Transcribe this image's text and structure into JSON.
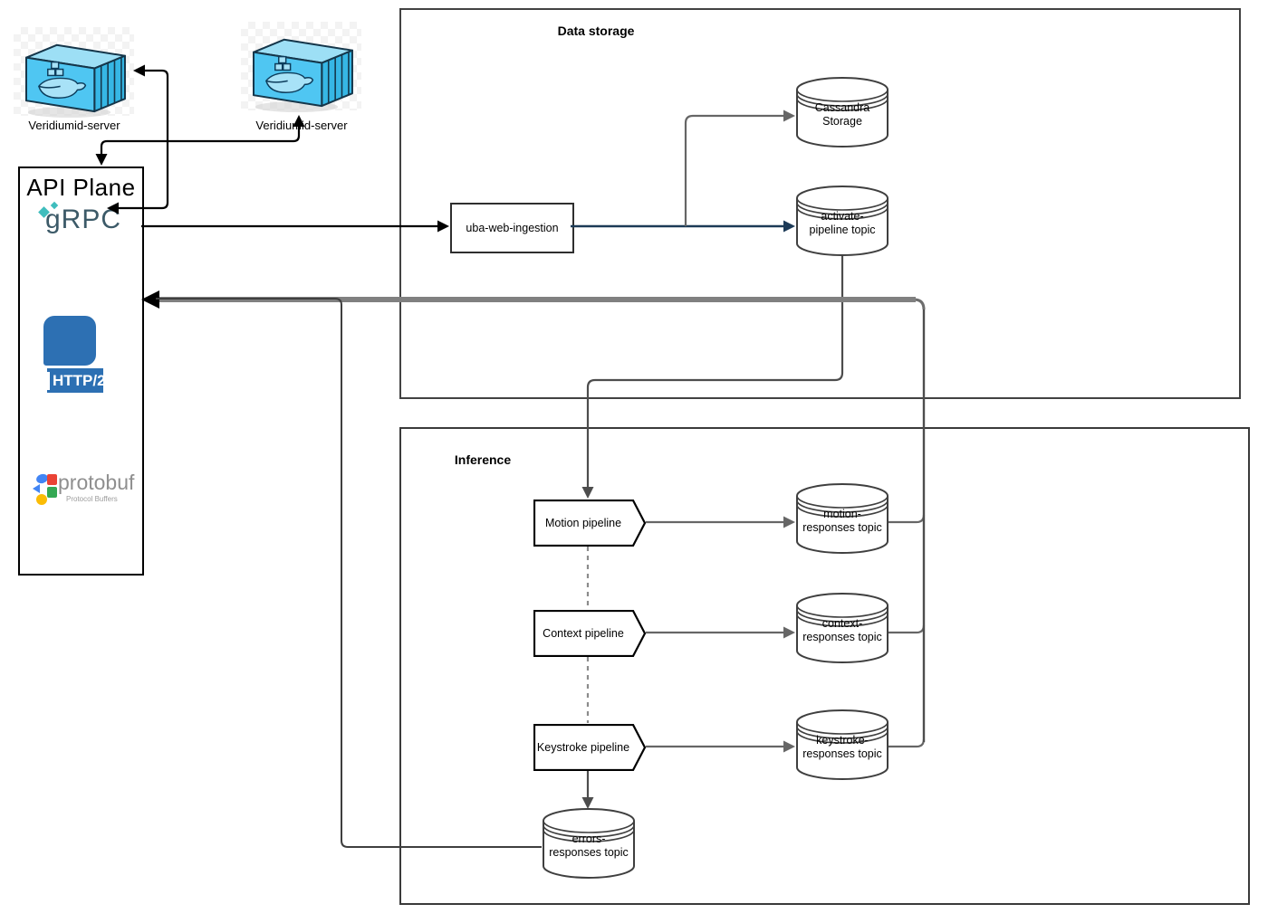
{
  "servers": {
    "left_label": "Veridiumid-server",
    "right_label": "Veridiumid-server"
  },
  "api_plane": {
    "title": "API Plane",
    "grpc_label": "gRPC",
    "http2_label": "HTTP/2",
    "protobuf_label": "protobuf",
    "protobuf_sublabel": "Protocol Buffers"
  },
  "groups": {
    "data_storage_title": "Data storage",
    "inference_title": "Inference"
  },
  "nodes": {
    "uba": "uba-web-ingestion",
    "cassandra": "Cassandra Storage",
    "activate_topic": "activate-pipeline topic",
    "motion_pipeline": "Motion pipeline",
    "context_pipeline": "Context pipeline",
    "keystroke_pipeline": "Keystroke pipeline",
    "motion_topic": "motion-responses topic",
    "context_topic": "context-responses topic",
    "keystroke_topic": "keystroke-responses topic",
    "errors_topic": "errors-responses topic"
  },
  "icons": {
    "server": "docker-container-icon",
    "grpc_mark": "grpc-diamond-icon",
    "http2_mark": "http2-badge-icon",
    "protobuf_mark": "protobuf-shapes-icon",
    "store": "database-cylinder-icon",
    "pipeline": "arrow-pentagon-shape"
  },
  "colors": {
    "line_black": "#000000",
    "line_navy": "#1c3a57",
    "line_gray": "#666666",
    "line_darkgray": "#4d4d4d",
    "thick_return_gray": "#808080",
    "dashed_gray": "#8c8c8c",
    "docker_blue": "#4fc6f2",
    "http2_blue": "#2d70b3",
    "grpc_teal": "#3fbdbd",
    "grpc_text": "#3c5a68",
    "protobuf_gray": "#8f8f8f"
  }
}
